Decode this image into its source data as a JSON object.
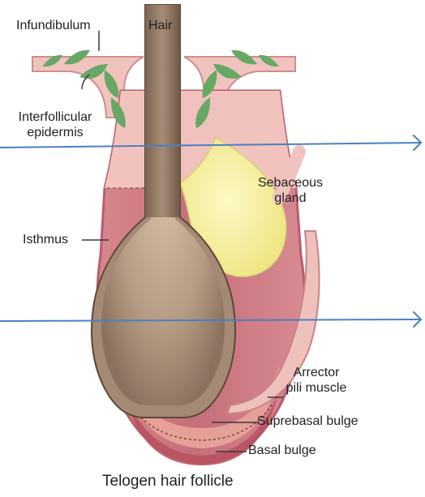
{
  "labels": {
    "infundibulum": "Infundibulum",
    "hair": "Hair",
    "interfollicular_line1": "Interfollicular",
    "interfollicular_line2": "epidermis",
    "sebaceous_line1": "Sebaceous",
    "sebaceous_line2": "gland",
    "isthmus": "Isthmus",
    "arrector_line1": "Arrector",
    "arrector_line2": "pili muscle",
    "suprabasal_bulge": "Suprebasal bulge",
    "basal_bulge": "Basal bulge"
  },
  "caption": "Telogen hair follicle",
  "colors": {
    "skin_pink": "#f0c3be",
    "outer_layer": "#cf7680",
    "outer_dark": "#b55e68",
    "bulge_bright": "#e7a097",
    "bulge_mid": "#c96470",
    "bulge_dark": "#b95260",
    "hair_shaft": "#9f8570",
    "hair_light": "#d7c2a6",
    "sebaceous": "#f6f1a8",
    "leaf_green": "#67a864",
    "arrow_blue": "#4b7fc2",
    "text": "#1f1f1f"
  }
}
